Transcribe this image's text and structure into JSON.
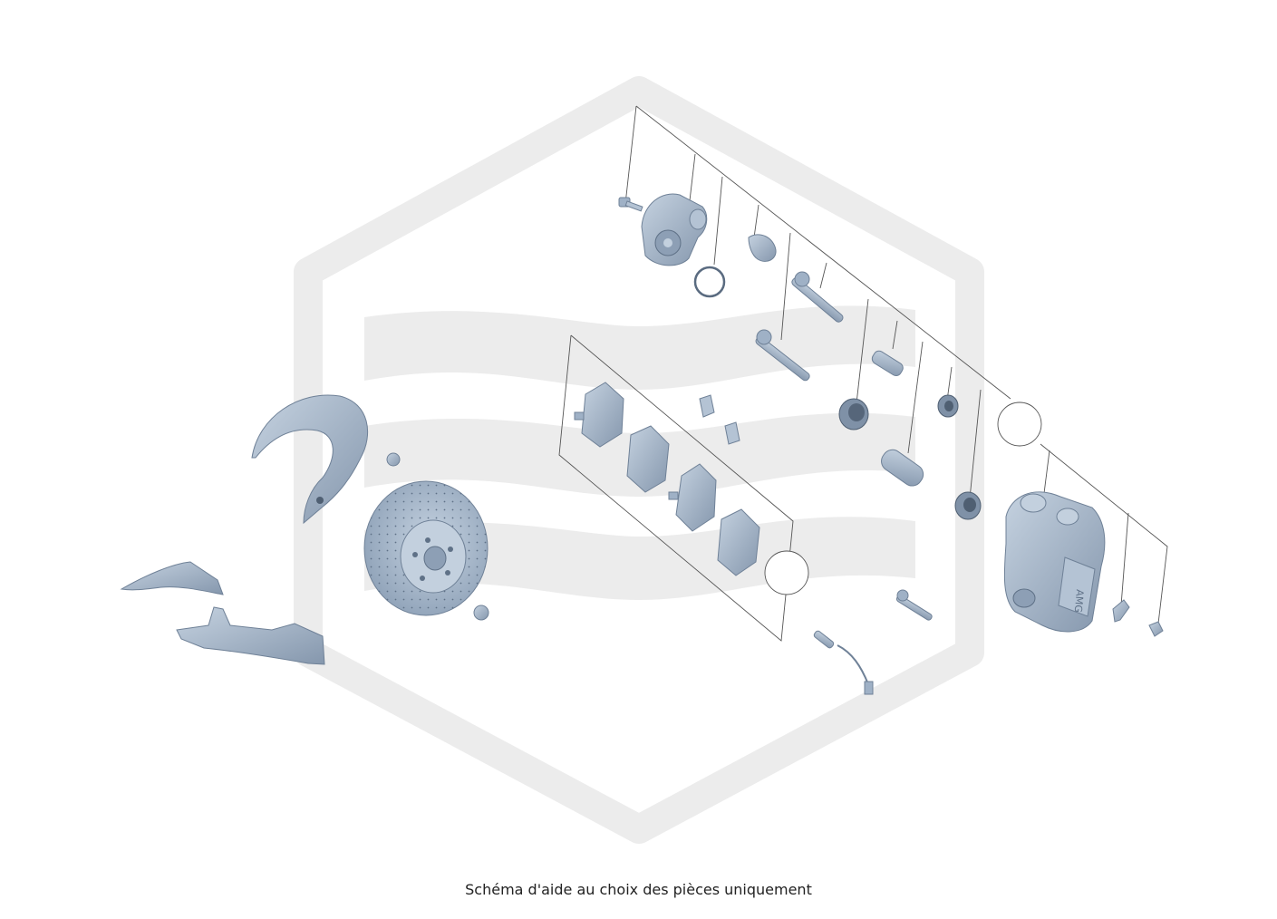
{
  "caption": "Schéma d'aide au choix des pièces uniquement",
  "colors": {
    "background": "#ffffff",
    "watermark": "#ececec",
    "part_fill": "#9fb1c6",
    "part_dark": "#7c8ea3",
    "part_light": "#c3d0de",
    "leader_line": "#555555",
    "caption_text": "#222222"
  },
  "watermark": {
    "icon": "hexagon-wave-logo"
  },
  "parts": [
    {
      "id": "caliper-bolt",
      "icon": "bolt-icon"
    },
    {
      "id": "parking-brake-motor",
      "icon": "motor-icon"
    },
    {
      "id": "o-ring",
      "icon": "ring-icon"
    },
    {
      "id": "motor-bracket",
      "icon": "bracket-icon"
    },
    {
      "id": "guide-pin-upper",
      "icon": "pin-icon"
    },
    {
      "id": "guide-pin-lower",
      "icon": "pin-icon"
    },
    {
      "id": "guide-sleeve-small",
      "icon": "sleeve-icon"
    },
    {
      "id": "piston-seal-dust-boot",
      "icon": "boot-icon"
    },
    {
      "id": "bushing-small",
      "icon": "bushing-icon"
    },
    {
      "id": "piston",
      "icon": "piston-icon"
    },
    {
      "id": "dust-seal",
      "icon": "seal-icon"
    },
    {
      "id": "brake-pads-set",
      "icon": "pad-icon"
    },
    {
      "id": "pad-clip",
      "icon": "clip-icon"
    },
    {
      "id": "brake-caliper",
      "icon": "caliper-icon"
    },
    {
      "id": "bleeder-valve",
      "icon": "valve-icon"
    },
    {
      "id": "bleeder-cap",
      "icon": "cap-icon"
    },
    {
      "id": "wear-sensor",
      "icon": "sensor-icon"
    },
    {
      "id": "disc-screw",
      "icon": "screw-icon"
    },
    {
      "id": "mount-bolt",
      "icon": "bolt-icon"
    },
    {
      "id": "backing-plate",
      "icon": "shield-icon"
    },
    {
      "id": "brake-disc",
      "icon": "disc-icon"
    },
    {
      "id": "air-duct",
      "icon": "duct-icon"
    },
    {
      "id": "air-deflector",
      "icon": "deflector-icon"
    }
  ]
}
